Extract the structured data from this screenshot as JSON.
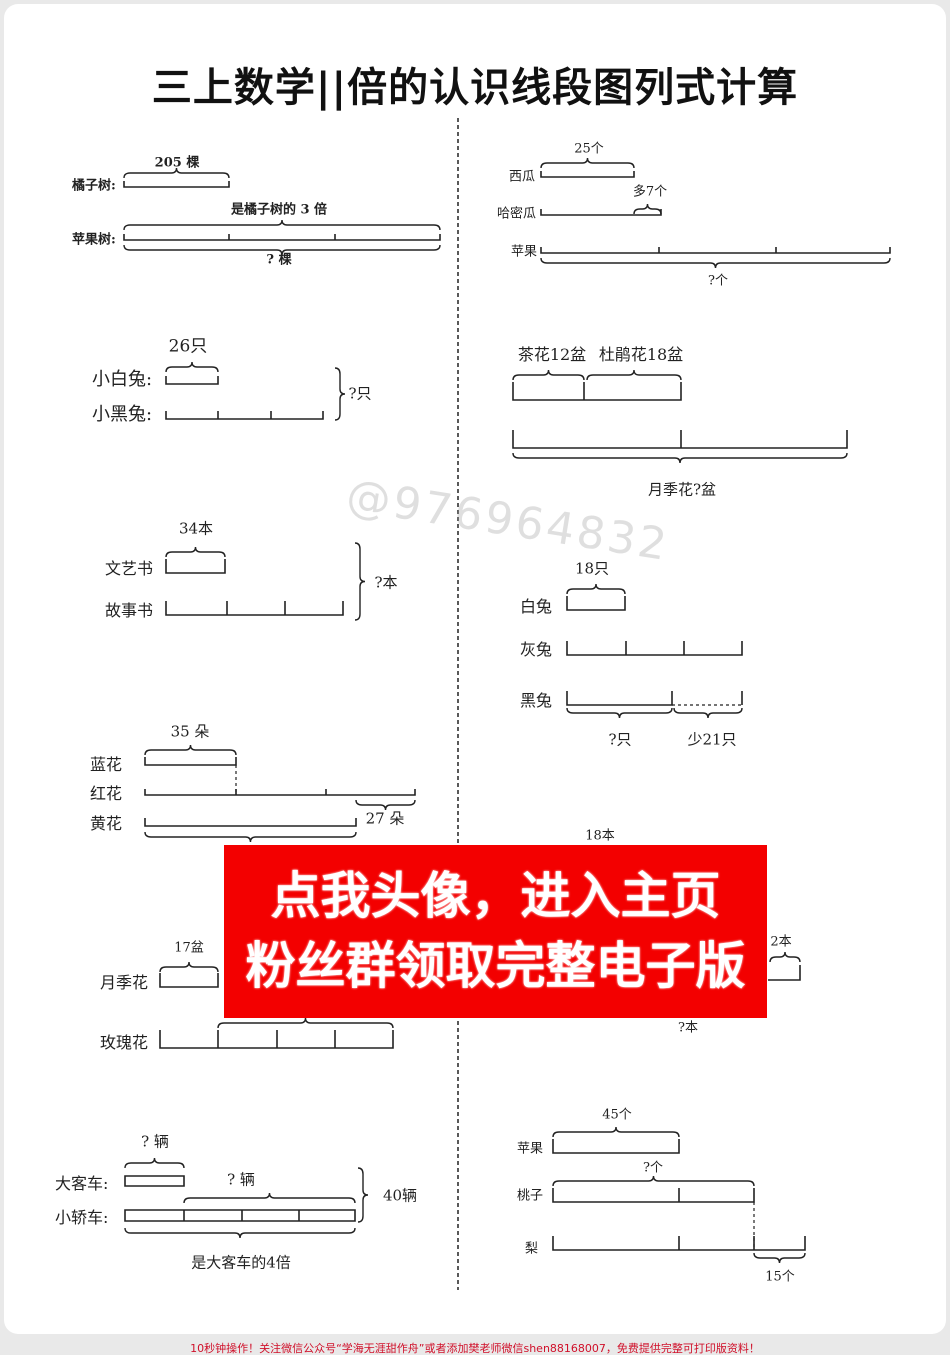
{
  "title": "三上数学||倍的认识线段图列式计算",
  "watermark": "@976964832",
  "banner": {
    "line1": "点我头像，进入主页",
    "line2": "粉丝群领取完整电子版",
    "color": "#f30000"
  },
  "footer": "10秒钟操作！关注微信公众号“学海无涯甜作舟”或者添加樊老师微信shen88168007，免费提供完整可打印版资料！",
  "diagrams": {
    "trees": {
      "a": "橘子树:",
      "b": "苹果树:",
      "a_val": "205 棵",
      "times": "是橘子树的 3 倍",
      "q": "? 棵"
    },
    "melons": {
      "a": "西瓜",
      "b": "哈密瓜",
      "c": "苹果",
      "a_val": "25个",
      "more": "多7个",
      "q": "?个"
    },
    "rabbits1": {
      "a": "小白兔:",
      "b": "小黑兔:",
      "a_val": "26只",
      "q": "?只"
    },
    "flowers1": {
      "a": "茶花12盆",
      "b": "杜鹃花18盆",
      "q": "月季花?盆"
    },
    "books": {
      "a": "文艺书",
      "b": "故事书",
      "a_val": "34本",
      "q": "?本"
    },
    "rabbits2": {
      "a": "白兔",
      "b": "灰兔",
      "c": "黑兔",
      "a_val": "18只",
      "q": "?只",
      "less": "少21只"
    },
    "flowers2": {
      "a": "蓝花",
      "b": "红花",
      "c": "黄花",
      "a_val": "35 朵",
      "diff": "27 朵"
    },
    "books2": {
      "top": "18本",
      "right": "2本",
      "q": "?本"
    },
    "flowers3": {
      "a": "月季花",
      "b": "玫瑰花",
      "a_val": "17盆"
    },
    "cars": {
      "a": "大客车:",
      "b": "小轿车:",
      "a_q": "? 辆",
      "b_q": "? 辆",
      "total": "40辆",
      "times": "是大客车的4倍"
    },
    "fruits": {
      "a": "苹果",
      "b": "桃子",
      "c": "梨",
      "a_val": "45个",
      "b_q": "?个",
      "diff": "15个"
    }
  }
}
